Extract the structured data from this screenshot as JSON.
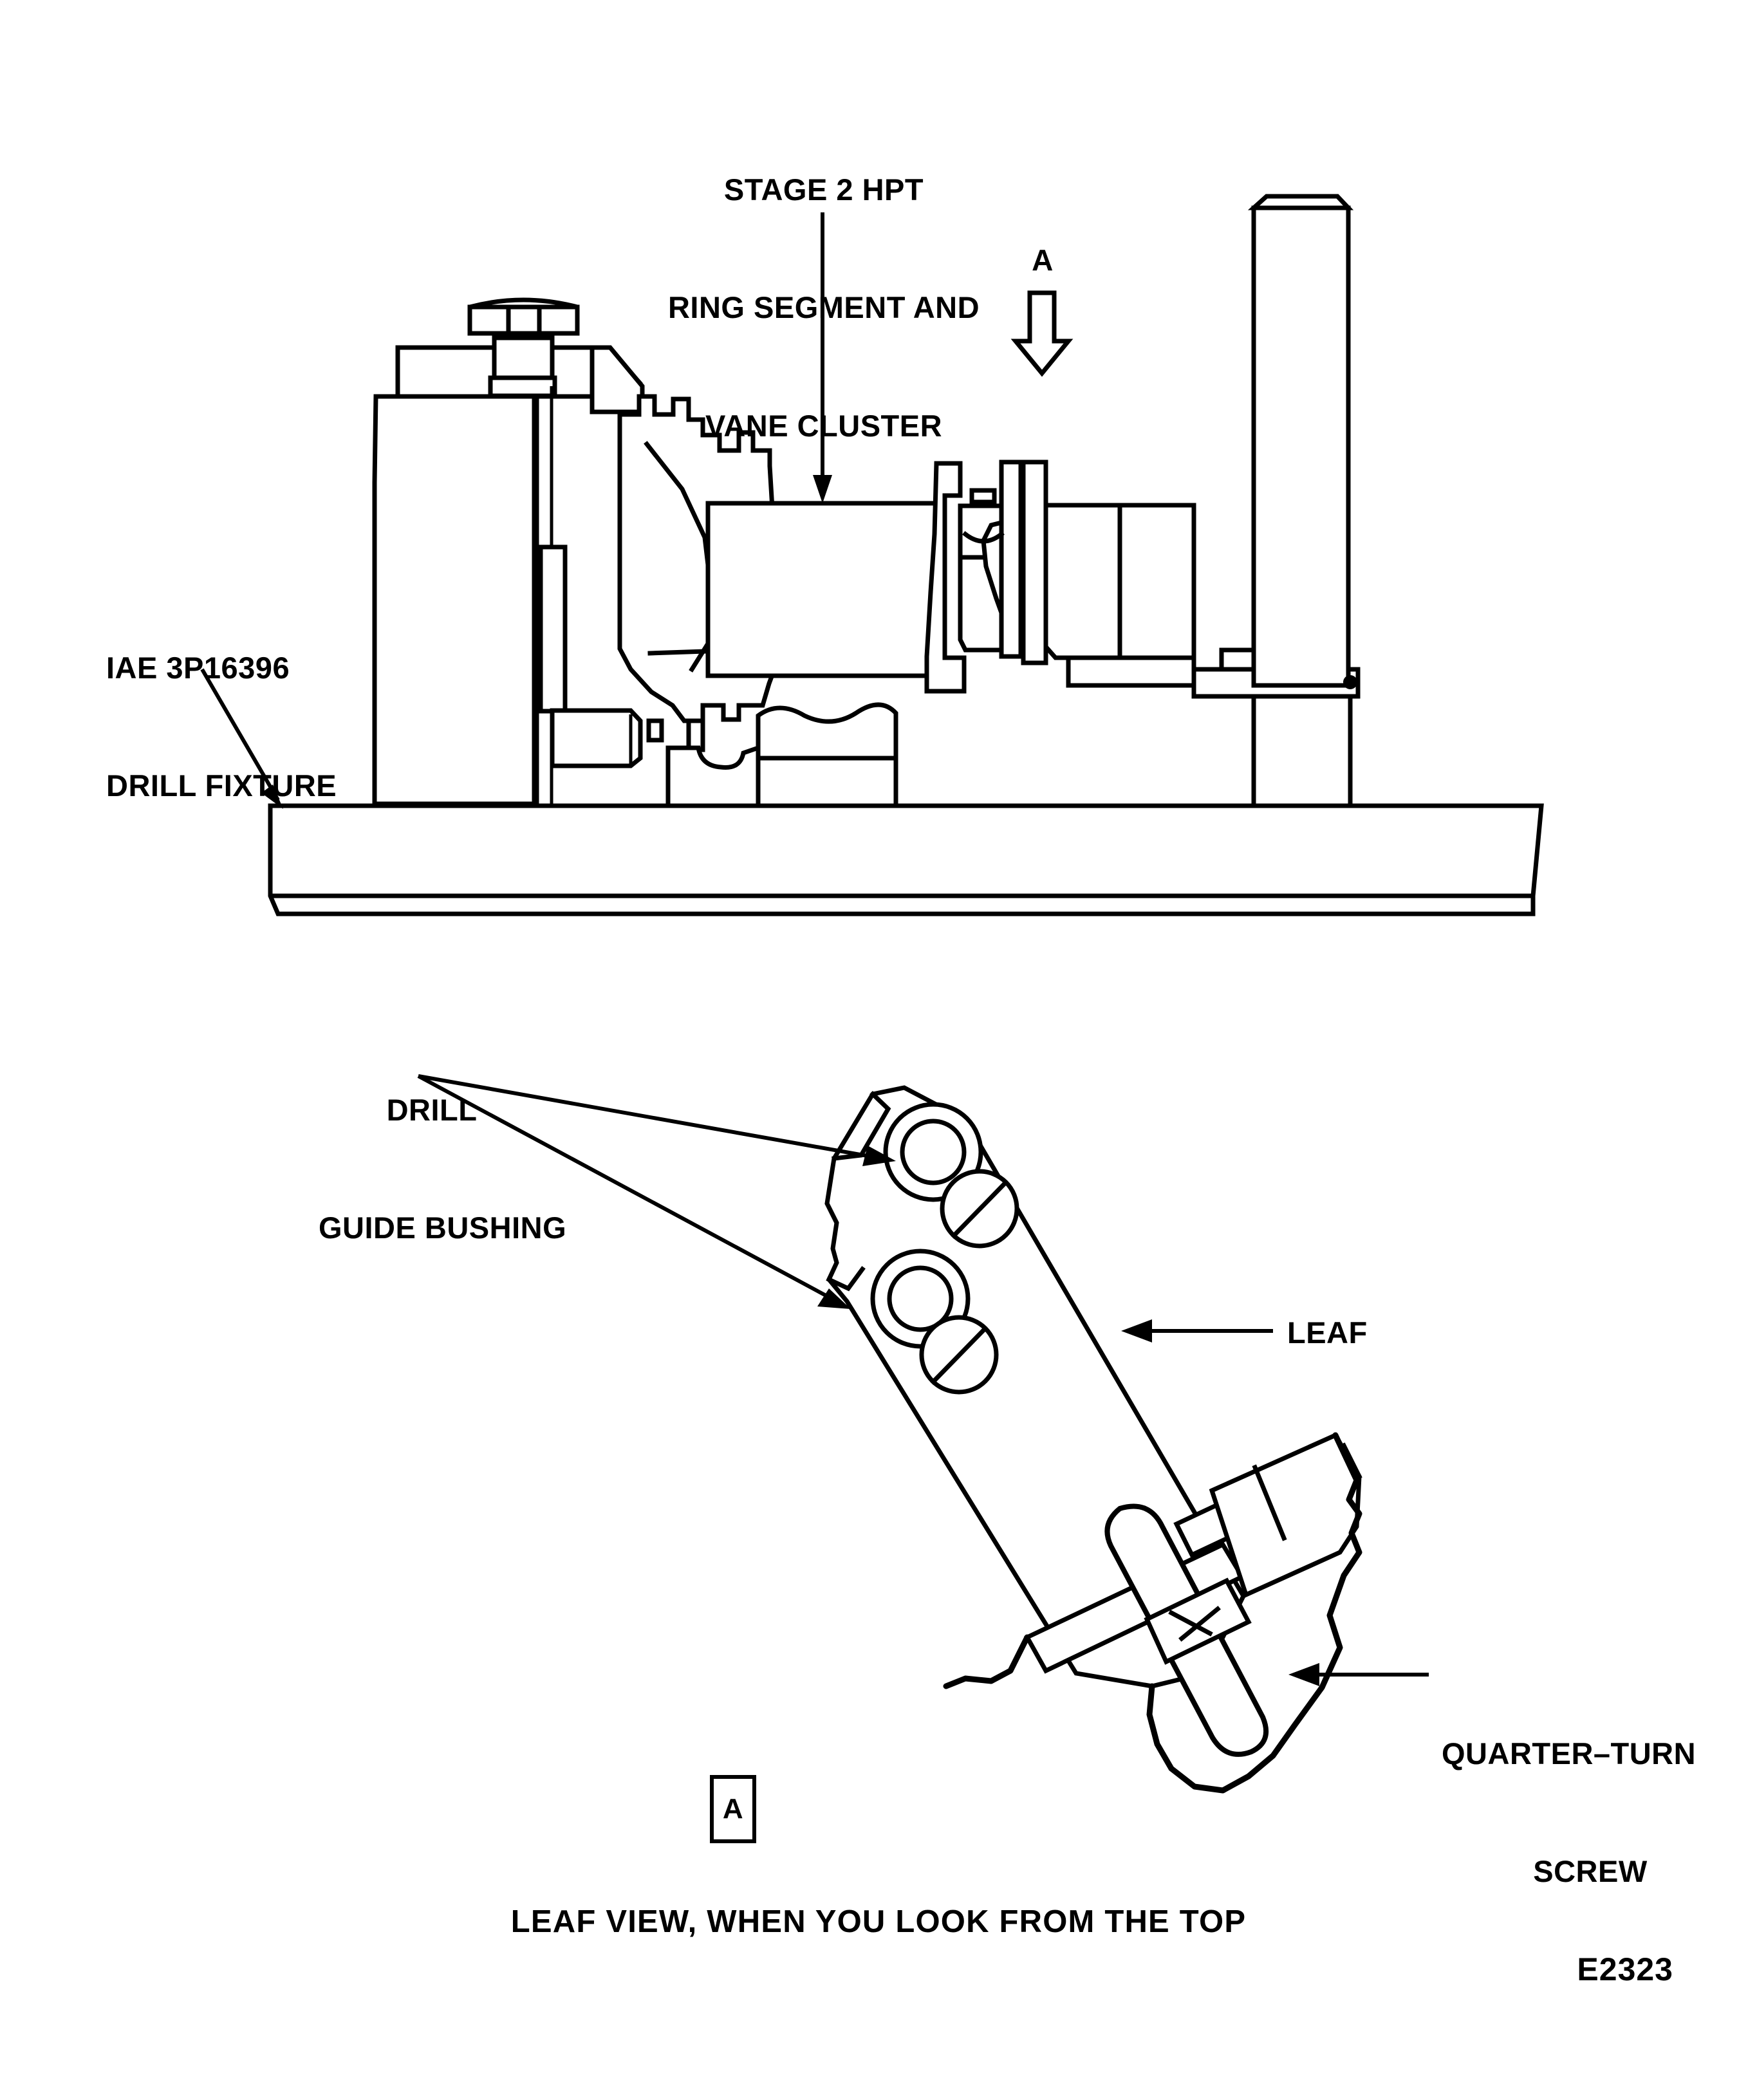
{
  "figure": {
    "code": "E2323",
    "caption": "LEAF VIEW, WHEN YOU LOOK FROM THE TOP"
  },
  "upper_view": {
    "title": "STAGE 2 HPT\nRING SEGMENT AND\nVANE CLUSTER",
    "title_lines": [
      "STAGE 2 HPT",
      "RING SEGMENT AND",
      "VANE CLUSTER"
    ],
    "fixture_label": "IAE 3P16396\nDRILL FIXTURE",
    "fixture_label_lines": [
      "IAE 3P16396",
      "DRILL FIXTURE"
    ],
    "section_arrow_letter": "A"
  },
  "lower_view": {
    "bushing_label": "DRILL\nGUIDE BUSHING",
    "bushing_label_lines": [
      "DRILL",
      "GUIDE BUSHING"
    ],
    "leaf_label": "LEAF",
    "screw_label": "QUARTER–TURN\nSCREW",
    "screw_label_lines": [
      "QUARTER–TURN",
      "SCREW"
    ],
    "view_letter": "A"
  },
  "colors": {
    "ink": "#000000",
    "paper": "#ffffff"
  }
}
